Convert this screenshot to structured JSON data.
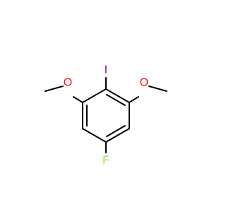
{
  "molecule": {
    "atoms": {
      "iodine": "I",
      "oxygen_left": "O",
      "oxygen_right": "O",
      "fluorine": "F"
    },
    "colors": {
      "iodine": "#940094",
      "oxygen": "#ff0d0d",
      "fluorine": "#90e050",
      "bond": "#000000"
    }
  }
}
